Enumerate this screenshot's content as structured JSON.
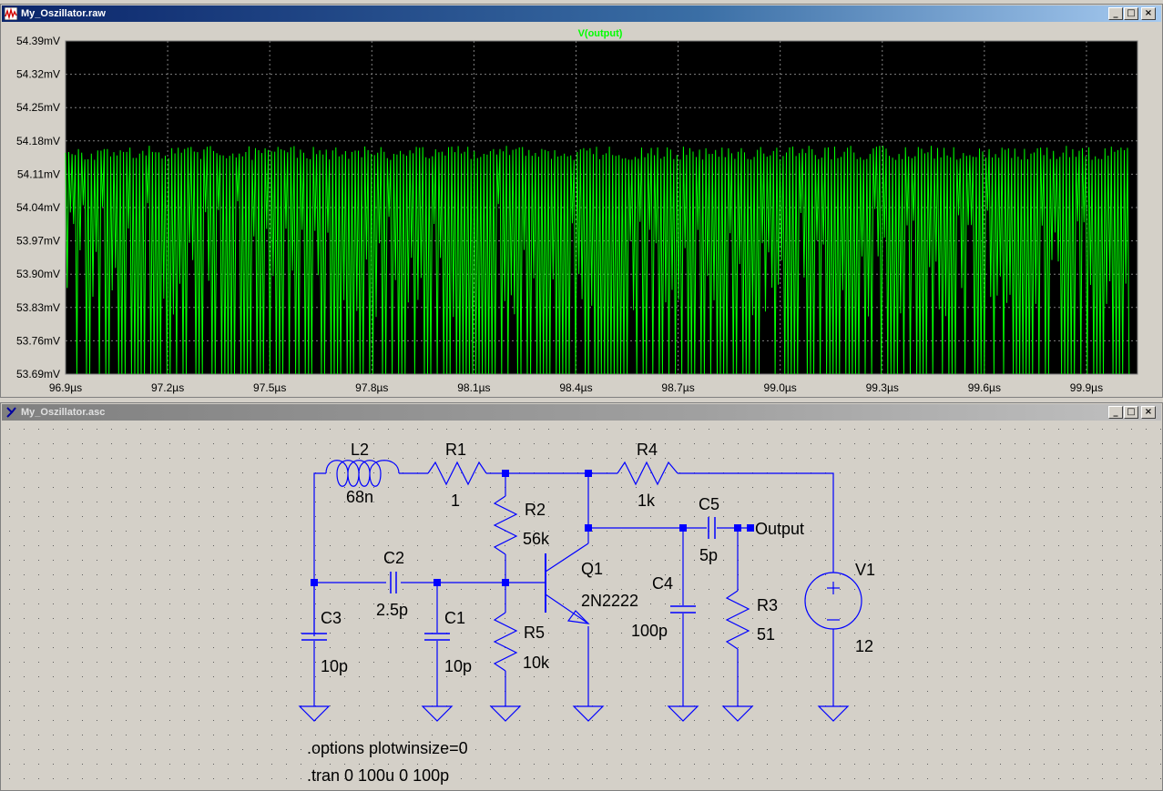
{
  "colors": {
    "plot_bg": "#000000",
    "trace": "#00ff00",
    "axis_label": "#000000",
    "grid": "#808080",
    "wire": "#0000ff",
    "junction": "#0000ff",
    "sch_bg": "#d4d0c8"
  },
  "plot_window": {
    "title": "My_Oszillator.raw",
    "icon": "waveform-icon",
    "buttons": [
      "_",
      "□",
      "×"
    ]
  },
  "schematic_window": {
    "title": "My_Oszillator.asc",
    "icon": "ltspice-icon",
    "buttons": [
      "_",
      "□",
      "×"
    ]
  },
  "chart_data": {
    "type": "line",
    "title": "V(output)",
    "xlabel": "",
    "ylabel": "",
    "xlim": [
      96.9,
      100.05
    ],
    "ylim": [
      53.69,
      54.39
    ],
    "y_ticks": [
      "54.39mV",
      "54.32mV",
      "54.25mV",
      "54.18mV",
      "54.11mV",
      "54.04mV",
      "53.97mV",
      "53.90mV",
      "53.83mV",
      "53.76mV",
      "53.69mV"
    ],
    "x_ticks": [
      "96.9µs",
      "97.2µs",
      "97.5µs",
      "97.8µs",
      "98.1µs",
      "98.4µs",
      "98.7µs",
      "99.0µs",
      "99.3µs",
      "99.6µs",
      "99.9µs"
    ],
    "grid": true,
    "series": [
      {
        "name": "V(output)",
        "description_envelope": {
          "max_mV": 54.17,
          "min_mV": 53.69,
          "oscillation_cycles_per_us": 105
        }
      }
    ]
  },
  "schematic": {
    "components": {
      "L2": {
        "name": "L2",
        "value": "68n"
      },
      "R1": {
        "name": "R1",
        "value": "1"
      },
      "R4": {
        "name": "R4",
        "value": "1k"
      },
      "R2": {
        "name": "R2",
        "value": "56k"
      },
      "C5": {
        "name": "C5",
        "value": "5p"
      },
      "C2": {
        "name": "C2",
        "value": "2.5p"
      },
      "Q1": {
        "name": "Q1",
        "value": "2N2222"
      },
      "V1": {
        "name": "V1",
        "value": "12"
      },
      "C3": {
        "name": "C3",
        "value": "10p"
      },
      "C1": {
        "name": "C1",
        "value": "10p"
      },
      "C4": {
        "name": "C4",
        "value": "100p"
      },
      "R3": {
        "name": "R3",
        "value": "51"
      },
      "R5": {
        "name": "R5",
        "value": "10k"
      }
    },
    "net_label": "Output",
    "directives": [
      ".options plotwinsize=0",
      ".tran 0 100u 0 100p"
    ]
  }
}
